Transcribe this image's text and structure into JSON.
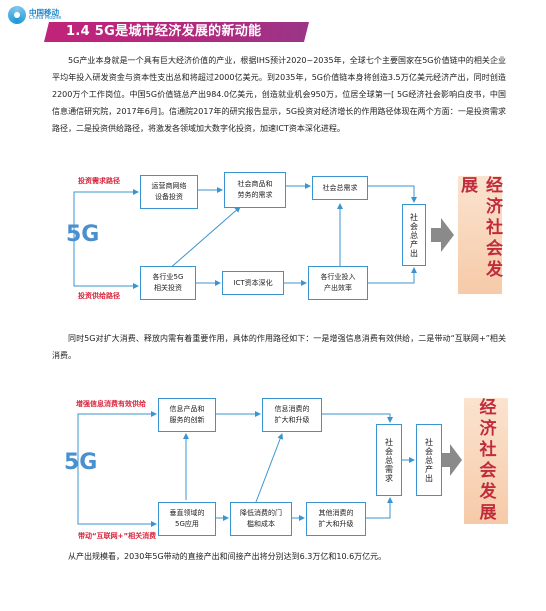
{
  "logo": {
    "cn": "中国移动",
    "en": "China Mobile"
  },
  "section_title": "1.4 5G是城市经济发展的新动能",
  "paragraphs": {
    "p1": "5G产业本身就是一个具有巨大经济价值的产业，根据IHS预计2020~2035年，全球七个主要国家在5G价值链中的相关企业平均年投入研发资金与资本性支出总和将超过2000亿美元。到2035年，5G价值链本身将创造3.5万亿美元经济产出，同时创造2200万个工作岗位。中国5G价值链总产出984.0亿美元，创造就业机会950万，位居全球第一[ 5G经济社会影响白皮书，中国信息通信研究院，2017年6月]。信通院2017年的研究报告显示，5G投资对经济增长的作用路径体现在两个方面：一是投资需求路径，二是投资供给路径，将激发各领域加大数字化投资，加速ICT资本深化进程。",
    "p2": "同时5G对扩大消费、释放内需有着重要作用，具体的作用路径如下：一是增强信息消费有效供给，二是带动“互联网+”相关消费。",
    "p3": "从产出规模看，2030年5G带动的直接产出和间接产出将分别达到6.3万亿和10.6万亿元。"
  },
  "diagram1": {
    "label_top": "投资需求路径",
    "label_bottom": "投资供给路径",
    "center": "5G",
    "box_top_1": "运营商网络\n设备投资",
    "box_top_2": "社会商品和\n劳务的需求",
    "box_top_3": "社会总需求",
    "box_bottom_1": "各行业5G\n相关投资",
    "box_bottom_2": "ICT资本深化",
    "box_bottom_3": "各行业投入\n产出效率",
    "box_vertical": "社会总产出",
    "result": "经济社会发展"
  },
  "diagram2": {
    "label_top": "增强信息消费有效供给",
    "label_bottom": "带动“互联网+”相关消费",
    "center": "5G",
    "box_top_1": "信息产品和\n服务的创新",
    "box_top_2": "信息消费的\n扩大和升级",
    "box_bottom_1": "垂直领域的\n5G应用",
    "box_bottom_2": "降低消费的门\n槛和成本",
    "box_bottom_3": "其他消费的\n扩大和升级",
    "box_vertical_1": "社会总需求",
    "box_vertical_2": "社会总产出",
    "result": "经济社会发展"
  },
  "colors": {
    "accent": "#c1237a",
    "line": "#3a94cf",
    "arrow_gray": "#8a8a8a",
    "label_red": "#d8243c",
    "result_text": "#c12c3c"
  }
}
